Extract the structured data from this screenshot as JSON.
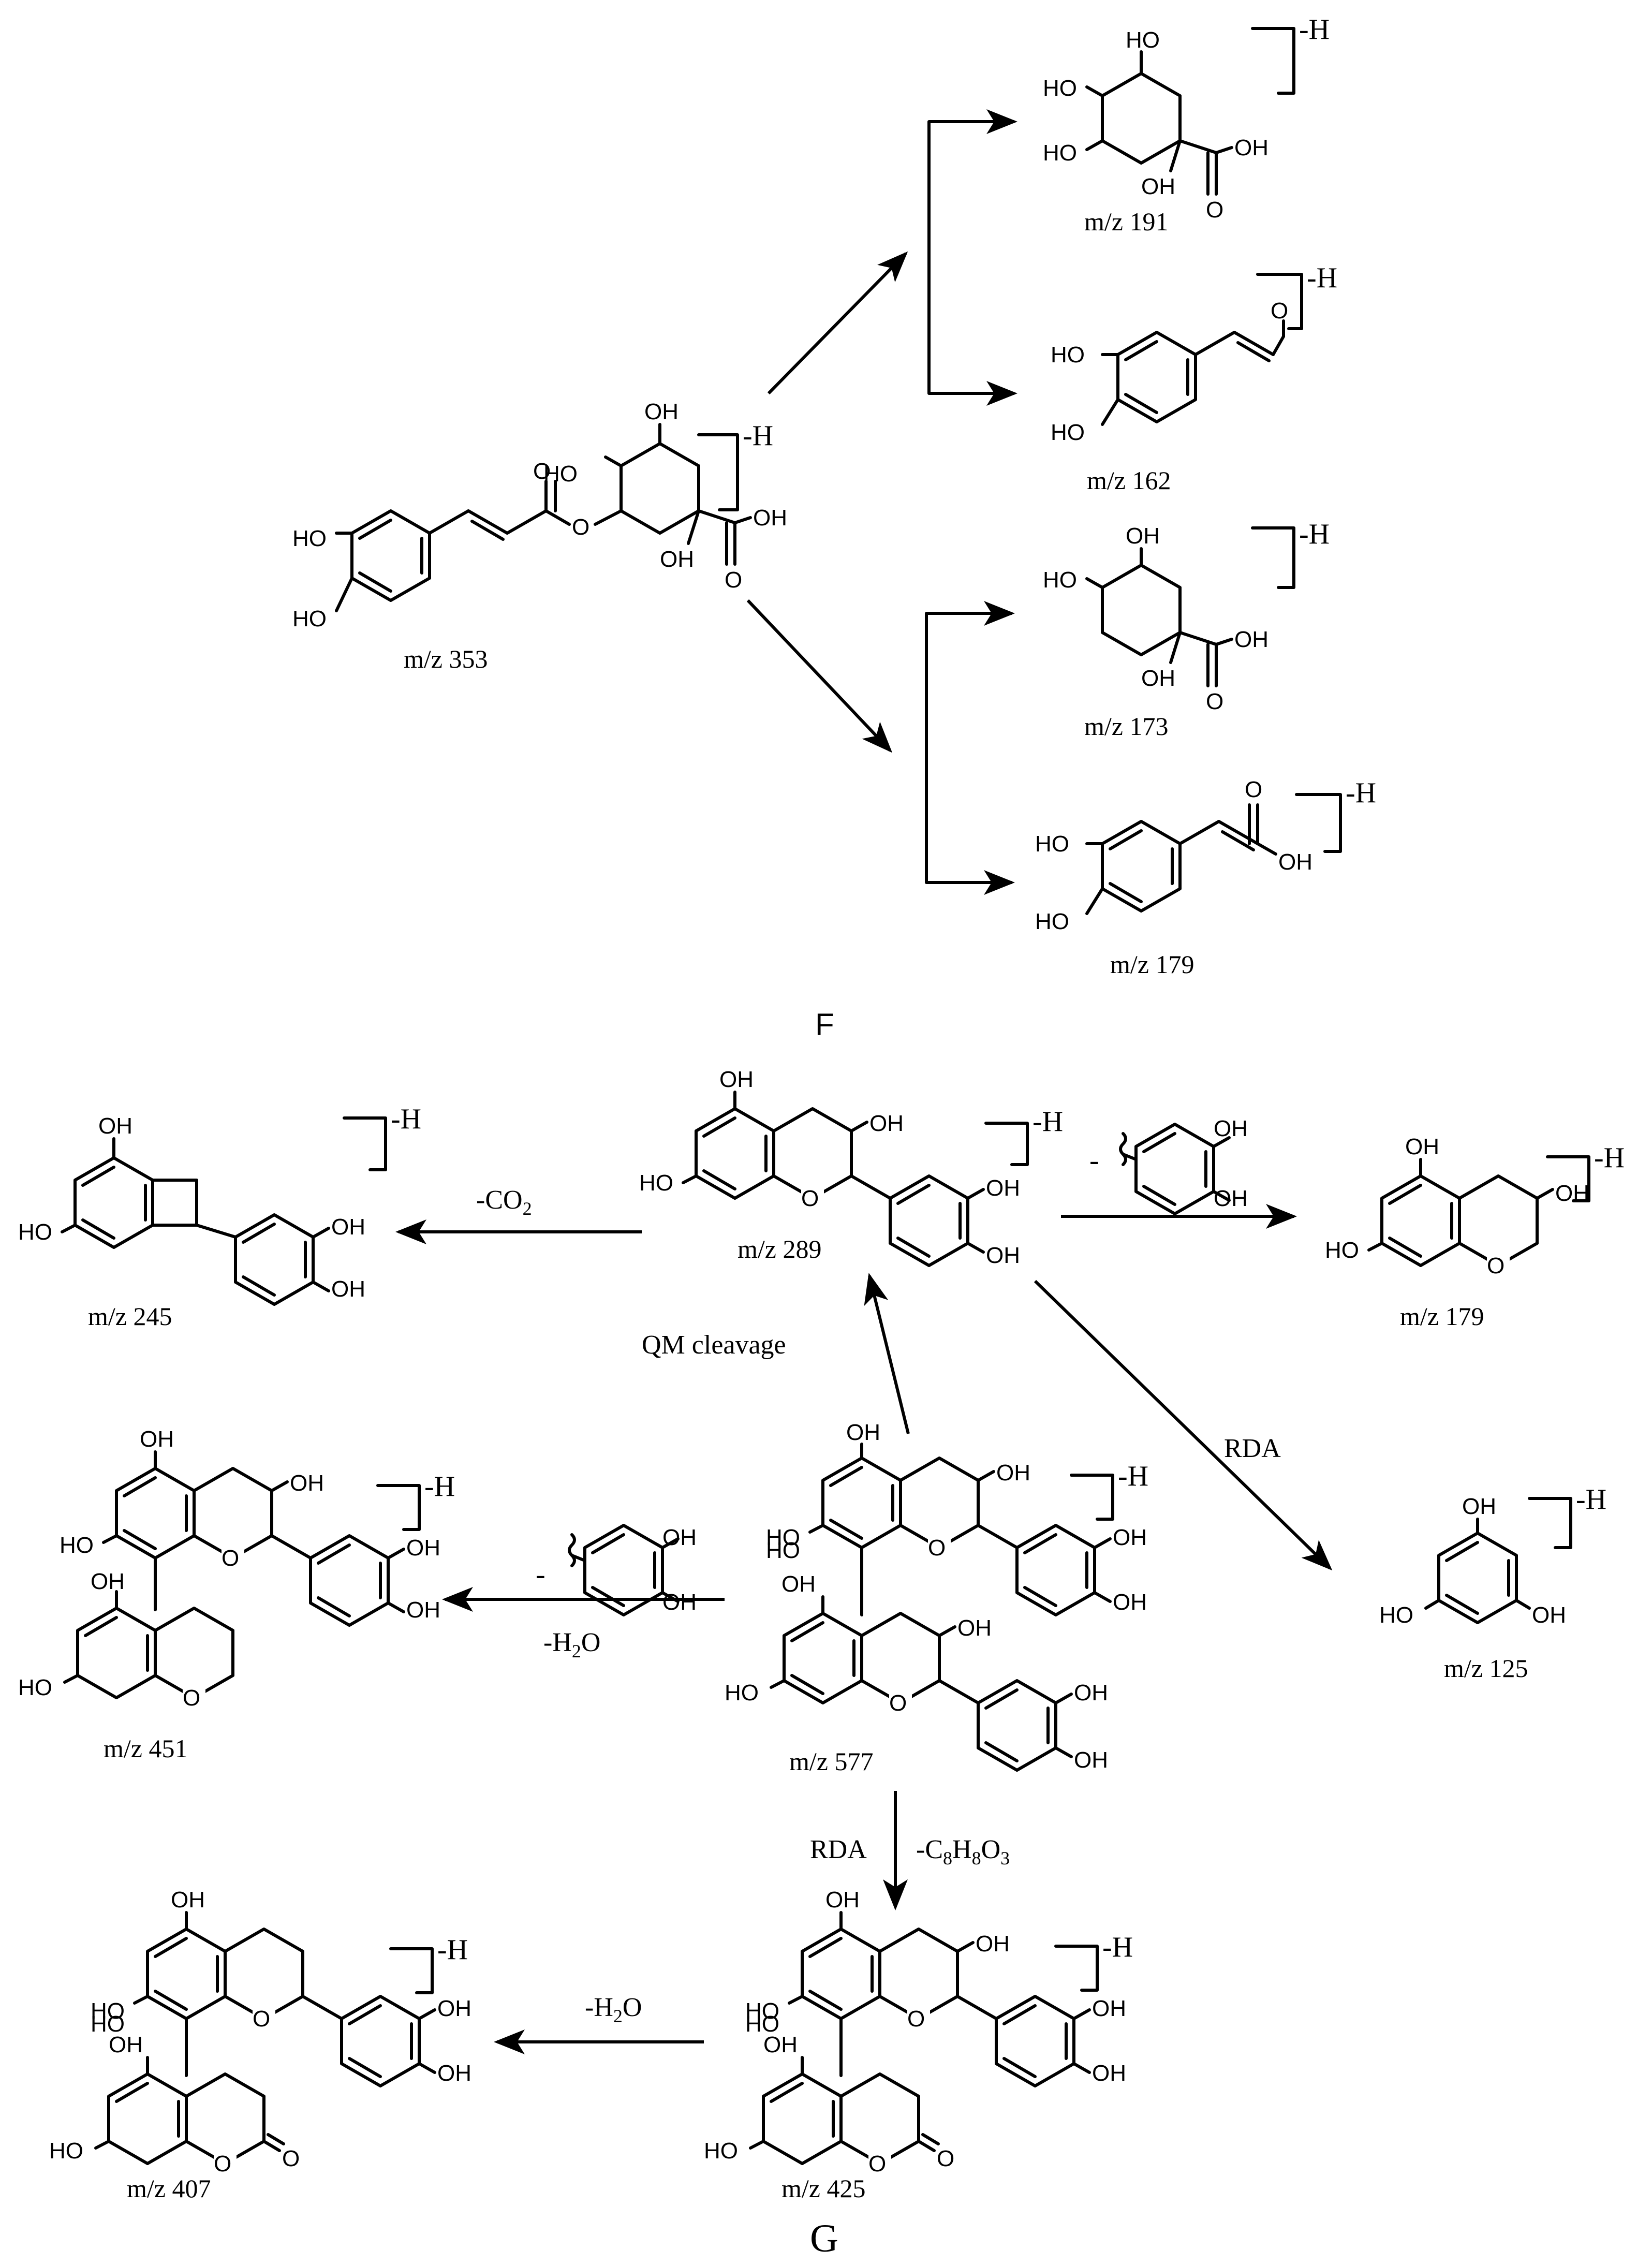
{
  "atoms": {
    "HO": "HO",
    "OH": "OH",
    "O": "O",
    "minusH": "-H"
  },
  "panel_f": {
    "label": "F",
    "mz353": "m/z 353",
    "mz191": "m/z 191",
    "mz162": "m/z 162",
    "mz173": "m/z 173",
    "mz179": "m/z 179"
  },
  "panel_g": {
    "label": "G",
    "mz245": "m/z 245",
    "mz289": "m/z 289",
    "mz179": "m/z 179",
    "mz125": "m/z 125",
    "mz451": "m/z 451",
    "mz577": "m/z 577",
    "mz425": "m/z 425",
    "mz407": "m/z 407",
    "minus": "-",
    "loss_co2_prefix": "-CO",
    "loss_co2_sub": "2",
    "loss_h2o_prefix": "-H",
    "loss_h2o_sub": "2",
    "loss_h2o_suffix": "O",
    "loss_c8_a": "-C",
    "loss_c8_b": "8",
    "loss_c8_c": "H",
    "loss_c8_d": "8",
    "loss_c8_e": "O",
    "loss_c8_f": "3",
    "rda": "RDA",
    "qm_cleavage": "QM cleavage"
  }
}
